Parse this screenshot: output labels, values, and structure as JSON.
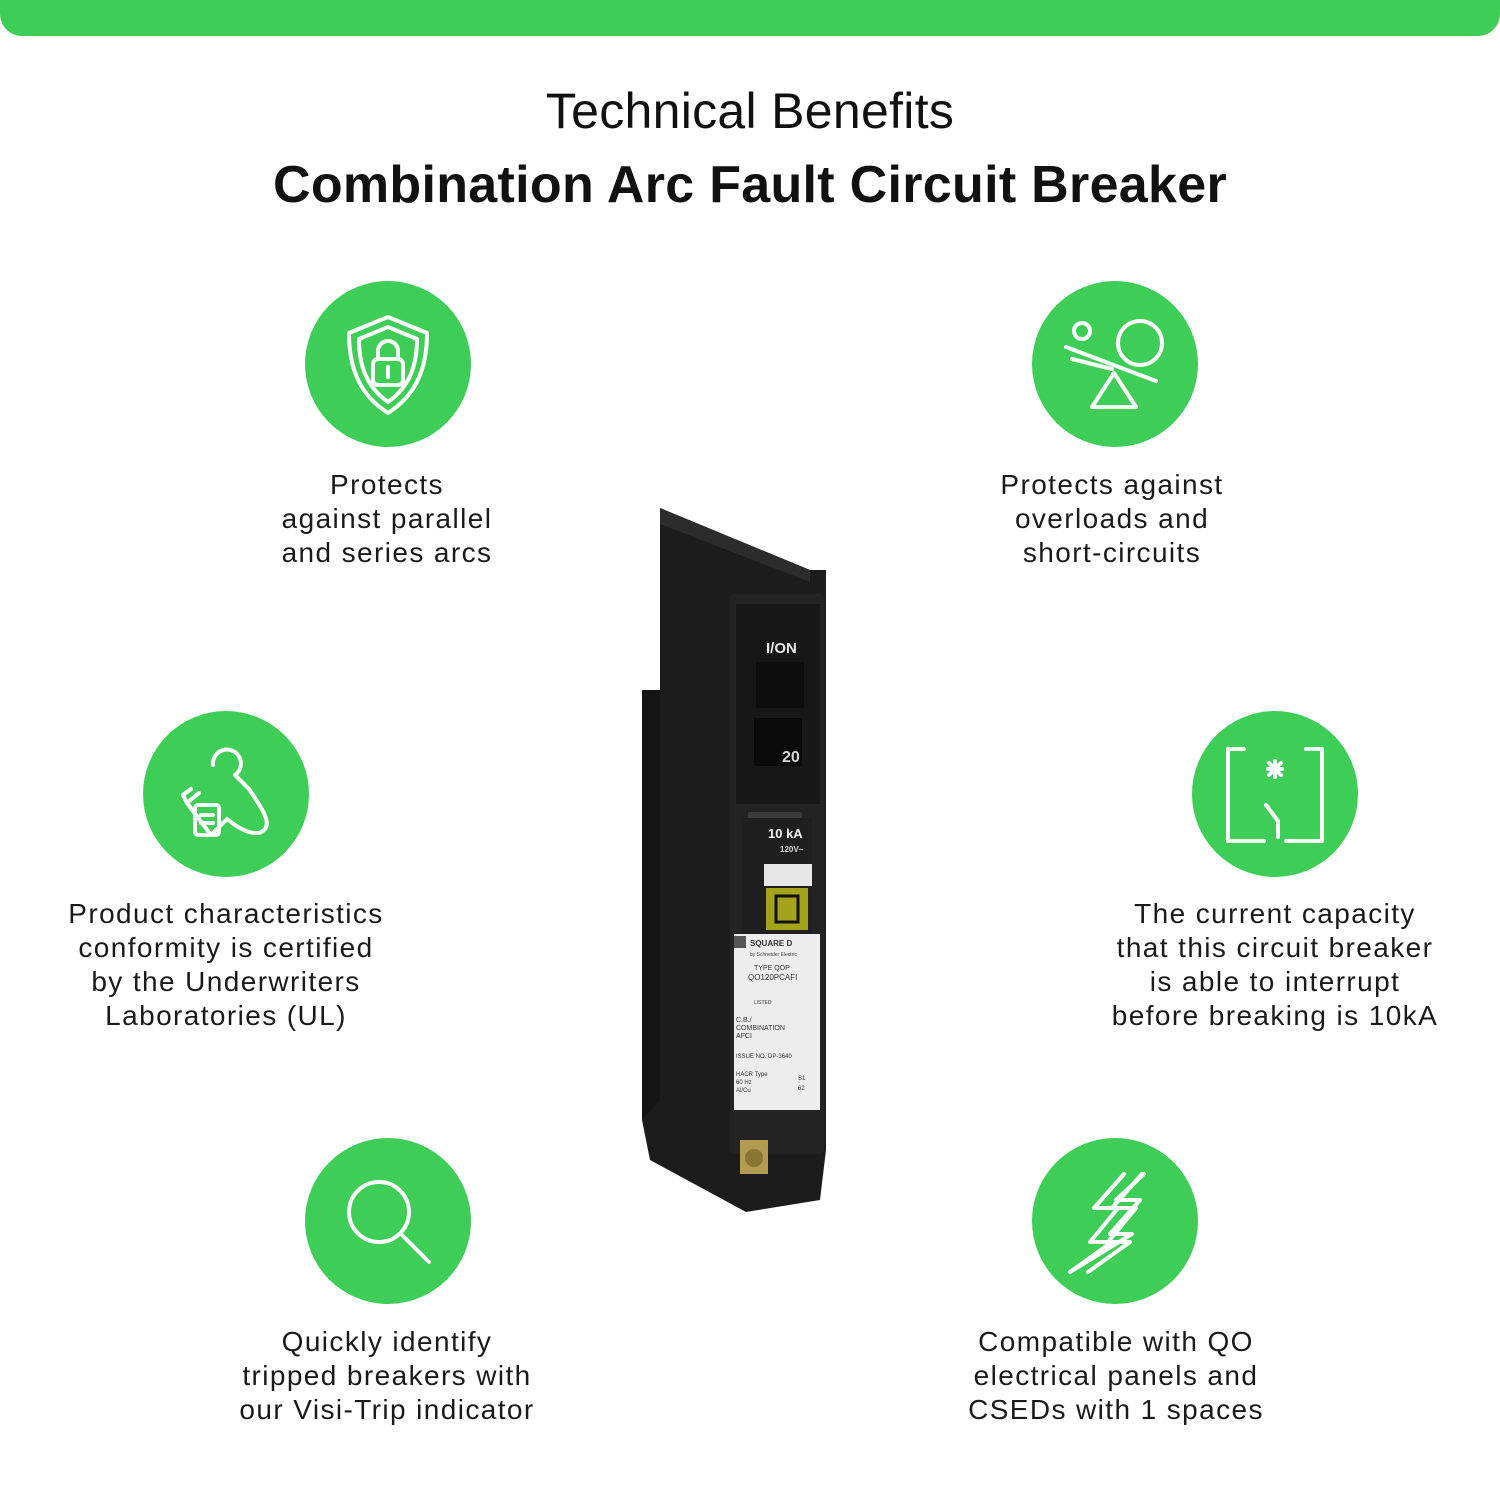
{
  "colors": {
    "accent": "#3ecd57",
    "text": "#1a1a1a"
  },
  "header": {
    "subtitle": "Technical Benefits",
    "title": "Combination Arc Fault Circuit Breaker"
  },
  "benefits": [
    {
      "icon": "shield-lock-icon",
      "text": "Protects\nagainst parallel\n and series arcs"
    },
    {
      "icon": "balance-seesaw-icon",
      "text": "Protects against\noverloads and\n short-circuits"
    },
    {
      "icon": "certificate-puzzle-icon",
      "text": "Product characteristics\nconformity is certified\nby the Underwriters\nLaboratories (UL)"
    },
    {
      "icon": "circuit-breaker-switch-icon",
      "text": "The current capacity\nthat this circuit breaker\nis able to interrupt\nbefore breaking is 10kA"
    },
    {
      "icon": "magnifier-search-icon",
      "text": "Quickly identify\ntripped breakers with\n our Visi-Trip indicator"
    },
    {
      "icon": "lightning-bolt-icon",
      "text": "Compatible with QO\nelectrical panels and\nCSEDs with 1 spaces"
    }
  ],
  "product": {
    "switch_on_label": "I/ON",
    "rating": "20",
    "kaic": "10 kA",
    "voltage": "120V~",
    "brand": "SQUARE D",
    "brand_sub": "by Schneider Electric",
    "type": "TYPE QOP",
    "model": "QO120PCAFI",
    "listed": "LISTED",
    "cert_line1": "C.B./",
    "cert_line2": "COMBINATION",
    "cert_line3": "AFCI",
    "issue": "ISSUE NO.  DP-3640",
    "hacr": "HACR Type",
    "freq": "60 Hz",
    "conductor": "Al/Cu",
    "s1": "S1",
    "s2": "62"
  }
}
